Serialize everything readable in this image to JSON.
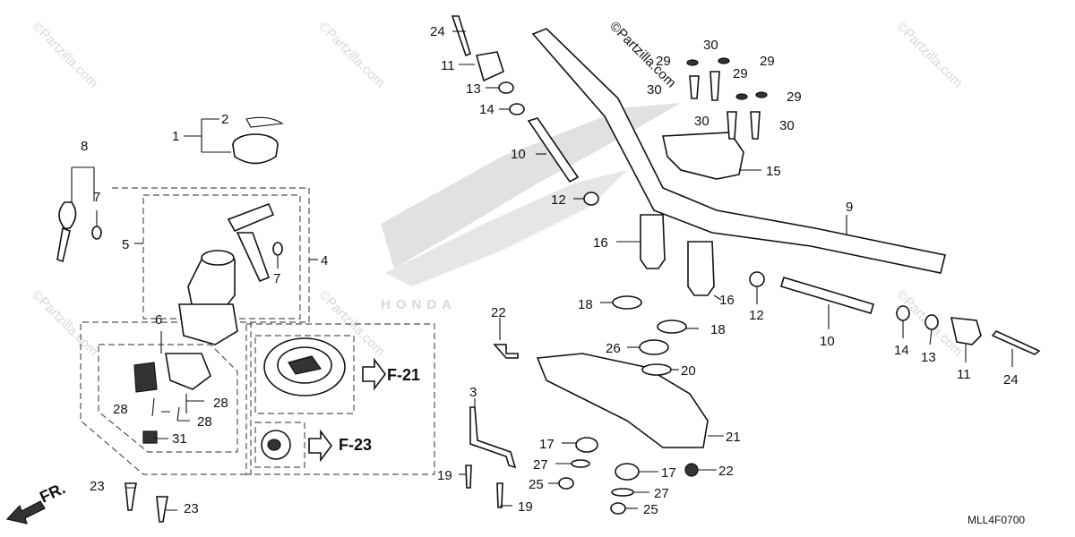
{
  "diagram": {
    "code": "MLL4F0700",
    "direction_arrow": "FR.",
    "refs": [
      "F-21",
      "F-23"
    ],
    "watermark": "©Partzilla.com",
    "logo_text": "HONDA",
    "labels": [
      {
        "id": "l24a",
        "text": "24"
      },
      {
        "id": "l11a",
        "text": "11"
      },
      {
        "id": "l13a",
        "text": "13"
      },
      {
        "id": "l14a",
        "text": "14"
      },
      {
        "id": "l10a",
        "text": "10"
      },
      {
        "id": "l12a",
        "text": "12"
      },
      {
        "id": "l16a",
        "text": "16"
      },
      {
        "id": "l16b",
        "text": "16"
      },
      {
        "id": "l18a",
        "text": "18"
      },
      {
        "id": "l18b",
        "text": "18"
      },
      {
        "id": "l22a",
        "text": "22"
      },
      {
        "id": "l26",
        "text": "26"
      },
      {
        "id": "l20",
        "text": "20"
      },
      {
        "id": "l3",
        "text": "3"
      },
      {
        "id": "l17a",
        "text": "17"
      },
      {
        "id": "l27a",
        "text": "27"
      },
      {
        "id": "l25a",
        "text": "25"
      },
      {
        "id": "l19a",
        "text": "19"
      },
      {
        "id": "l19b",
        "text": "19"
      },
      {
        "id": "l17b",
        "text": "17"
      },
      {
        "id": "l22b",
        "text": "22"
      },
      {
        "id": "l27b",
        "text": "27"
      },
      {
        "id": "l25b",
        "text": "25"
      },
      {
        "id": "l21",
        "text": "21"
      },
      {
        "id": "l9",
        "text": "9"
      },
      {
        "id": "l12b",
        "text": "12"
      },
      {
        "id": "l10b",
        "text": "10"
      },
      {
        "id": "l14b",
        "text": "14"
      },
      {
        "id": "l13b",
        "text": "13"
      },
      {
        "id": "l11b",
        "text": "11"
      },
      {
        "id": "l24b",
        "text": "24"
      },
      {
        "id": "l15",
        "text": "15"
      },
      {
        "id": "l29a",
        "text": "29"
      },
      {
        "id": "l29b",
        "text": "29"
      },
      {
        "id": "l29c",
        "text": "29"
      },
      {
        "id": "l29d",
        "text": "29"
      },
      {
        "id": "l30a",
        "text": "30"
      },
      {
        "id": "l30b",
        "text": "30"
      },
      {
        "id": "l30c",
        "text": "30"
      },
      {
        "id": "l30d",
        "text": "30"
      },
      {
        "id": "l1",
        "text": "1"
      },
      {
        "id": "l2",
        "text": "2"
      },
      {
        "id": "l8",
        "text": "8"
      },
      {
        "id": "l7a",
        "text": "7"
      },
      {
        "id": "l7b",
        "text": "7"
      },
      {
        "id": "l5",
        "text": "5"
      },
      {
        "id": "l4",
        "text": "4"
      },
      {
        "id": "l6",
        "text": "6"
      },
      {
        "id": "l28a",
        "text": "28"
      },
      {
        "id": "l28b",
        "text": "28"
      },
      {
        "id": "l28c",
        "text": "28"
      },
      {
        "id": "l31",
        "text": "31"
      },
      {
        "id": "l23a",
        "text": "23"
      },
      {
        "id": "l23b",
        "text": "23"
      }
    ]
  }
}
